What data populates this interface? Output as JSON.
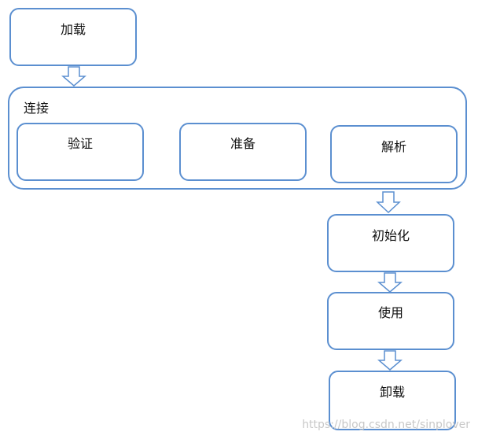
{
  "diagram": {
    "load": "加载",
    "linking": {
      "title": "连接",
      "verify": "验证",
      "prepare": "准备",
      "resolve": "解析"
    },
    "initialize": "初始化",
    "use": "使用",
    "unload": "卸载"
  },
  "watermark": "https://blog.csdn.net/sinplover",
  "colors": {
    "border": "#5b8fd0",
    "arrow_fill": "#ffffff"
  },
  "icons": [
    "down-arrow-icon"
  ]
}
